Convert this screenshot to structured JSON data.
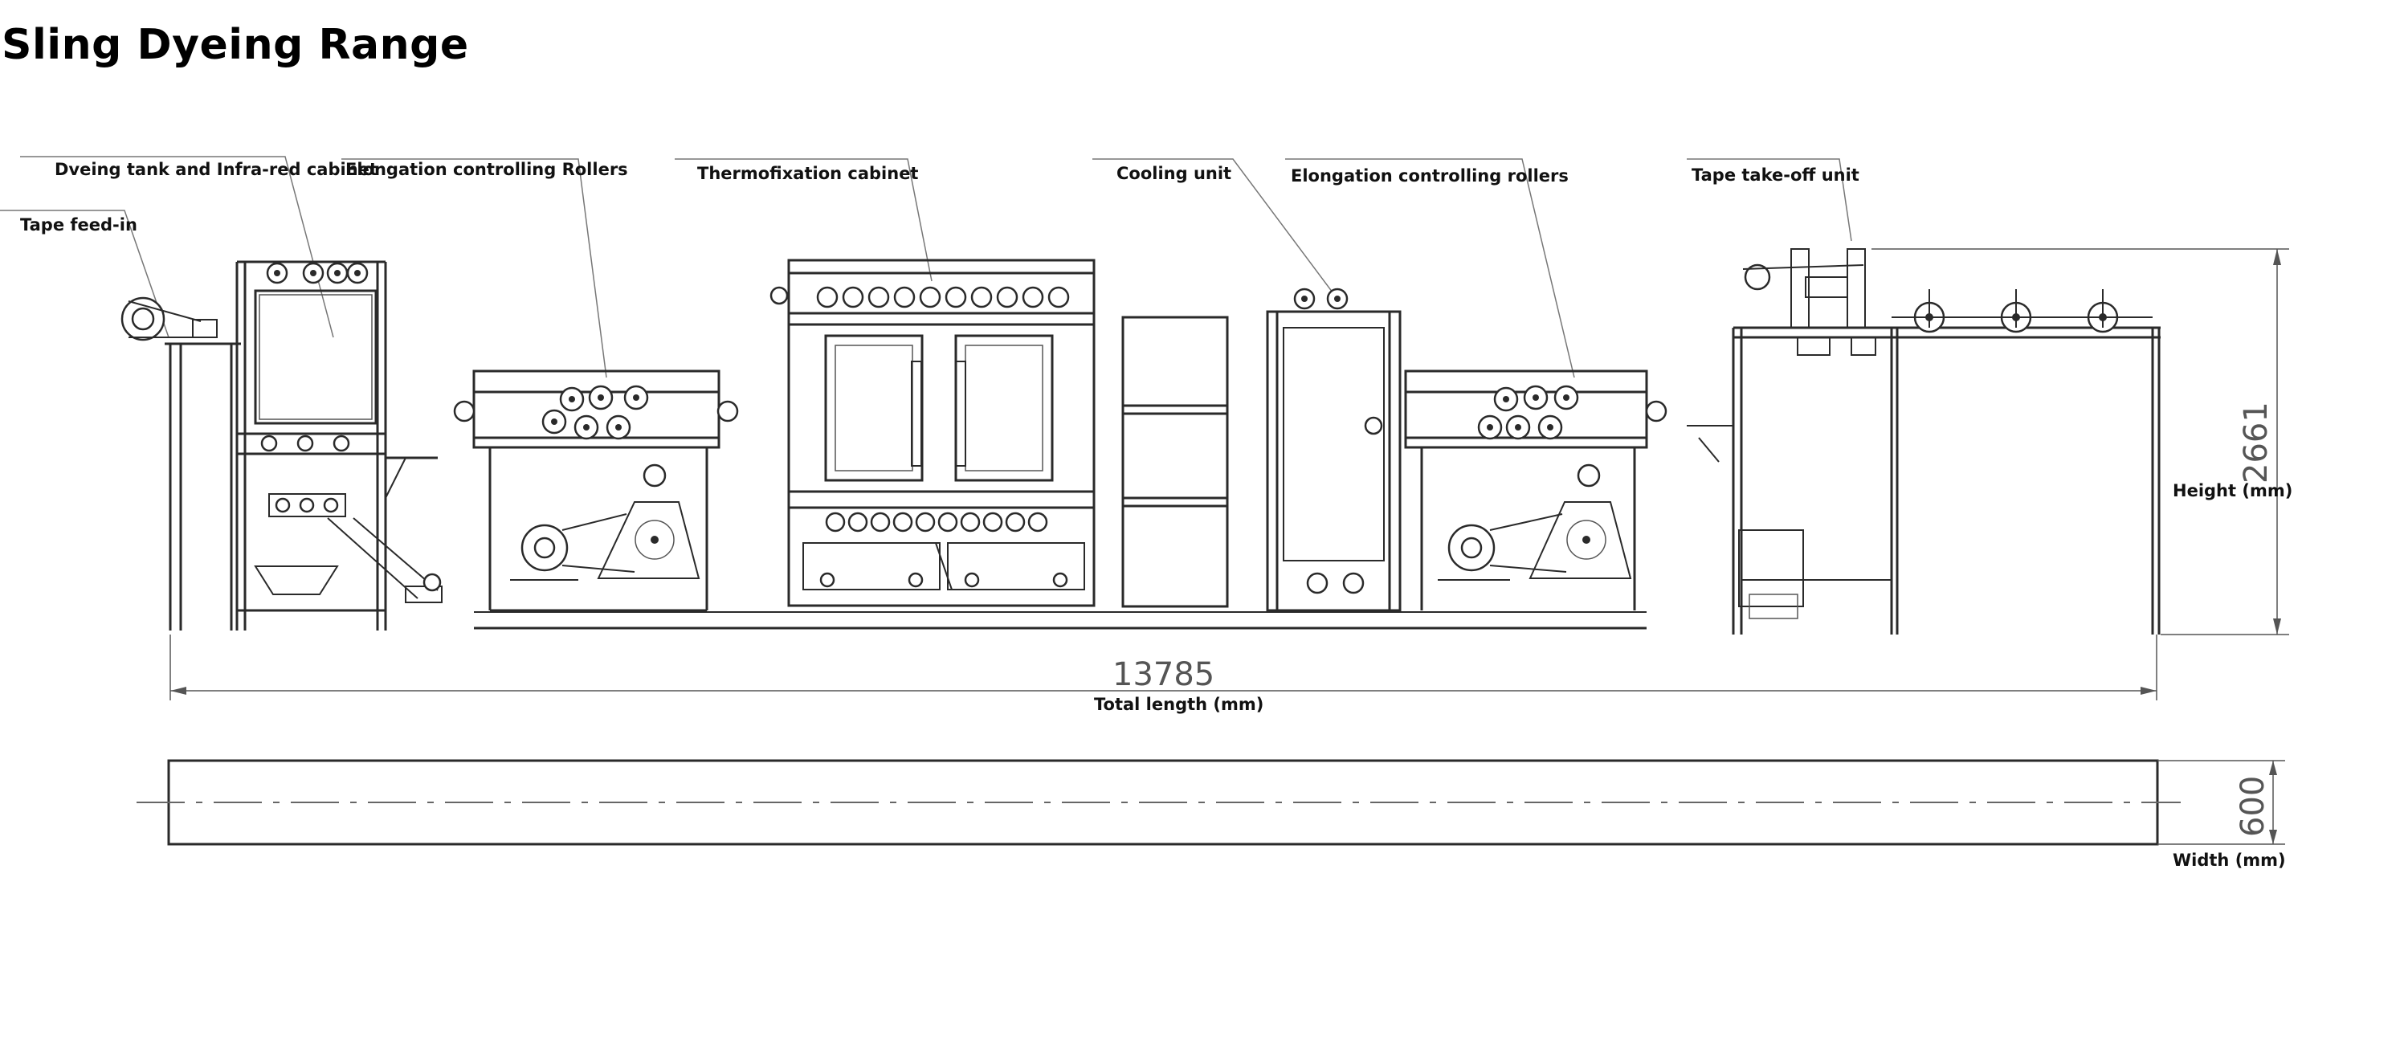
{
  "title": "Sling Dyeing Range",
  "labels": {
    "dyeing_tank": "Dveing tank and Infra-red cabinet",
    "tape_feed_in": "Tape feed-in",
    "elongation_rollers_1": "Elongation controlling Rollers",
    "thermofixation": "Thermofixation cabinet",
    "cooling_unit": "Cooling unit",
    "elongation_rollers_2": "Elongation controlling rollers",
    "tape_take_off": "Tape take-off unit",
    "height": "Height (mm)",
    "total_length": "Total length (mm)",
    "width": "Width (mm)"
  },
  "dimensions": {
    "total_length": "13785",
    "height": "2661",
    "width": "600"
  }
}
